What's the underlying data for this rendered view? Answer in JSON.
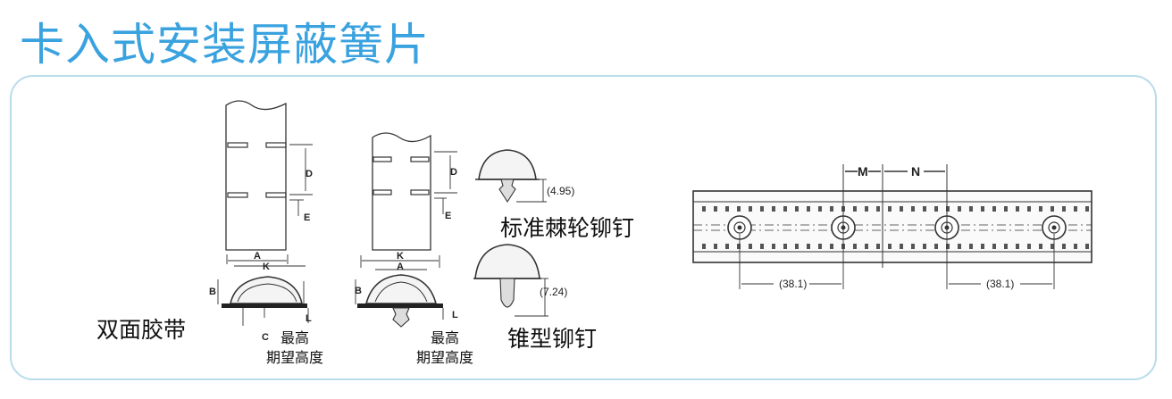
{
  "title": "卡入式安装屏蔽簧片",
  "labels": {
    "double_sided_tape": "双面胶带",
    "max_desired_height": "最高\n期望高度",
    "standard_ratchet_rivet": "标准棘轮铆钉",
    "cone_rivet": "锥型铆钉"
  },
  "dimensions": {
    "A": "A",
    "B": "B",
    "C": "C",
    "D": "D",
    "E": "E",
    "K": "K",
    "L": "L",
    "M": "M",
    "N": "N",
    "rivet1_height": "(4.95)",
    "rivet2_height": "(7.24)",
    "pitch_left": "(38.1)",
    "pitch_right": "(38.1)"
  }
}
